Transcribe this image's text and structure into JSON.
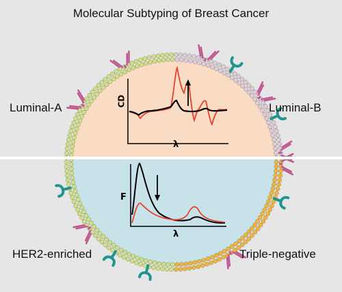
{
  "title": "Molecular Subtyping of Breast Cancer",
  "quadrants": {
    "top_left": "Luminal-A",
    "top_right": "Luminal-B",
    "bottom_left": "HER2-enriched",
    "bottom_right": "Triple-negative"
  },
  "cd_plot": {
    "y_label": "CD",
    "x_label": "λ",
    "arrow": "up"
  },
  "fluor_plot": {
    "y_label": "F",
    "x_label": "λ",
    "arrow": "down"
  },
  "colors": {
    "top_panel_bg": "#e6e6e6",
    "bottom_panel_bg": "#e6e6e6",
    "cell_top": "#f9dcc3",
    "cell_bottom": "#c7e2e8",
    "bead_green": "#cfe08c",
    "bead_lavender": "#dccbe6",
    "bead_orange": "#f3b340",
    "receptor_teal": "#1f9590",
    "receptor_magenta": "#bf5b92",
    "curve_red": "#e8412c",
    "curve_black": "#000000"
  }
}
